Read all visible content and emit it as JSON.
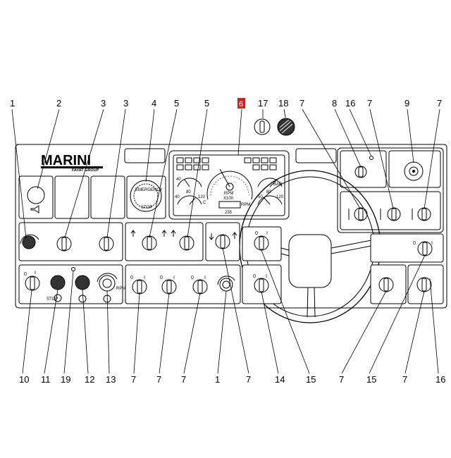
{
  "callouts_top": [
    "1",
    "2",
    "3",
    "3",
    "4",
    "5",
    "5",
    "6",
    "17",
    "18",
    "7",
    "8",
    "16",
    "7",
    "9",
    "7"
  ],
  "callouts_bottom": [
    "10",
    "11",
    "19",
    "12",
    "13",
    "7",
    "7",
    "7",
    "1",
    "7",
    "14",
    "15",
    "7",
    "15",
    "7",
    "16"
  ],
  "highlight_color": "#e11b1b",
  "brand": {
    "name": "MARINI",
    "tagline": "FAYAT GROUP"
  },
  "switch_label_off": "0",
  "switch_label_on": "I",
  "labels": {
    "emergency": "EMERGENCY",
    "stop": "STOP",
    "rpm": "RPM",
    "rpm_factor": "X100",
    "celsius": "C",
    "bar": "BAR",
    "stop_key": "STOP",
    "gauge_max": "235",
    "gauge_scale_a": "40",
    "gauge_scale_b": "80",
    "gauge_scale_c": "120",
    "gauge_scale_d": "50",
    "gauge_scale_e": "20"
  }
}
